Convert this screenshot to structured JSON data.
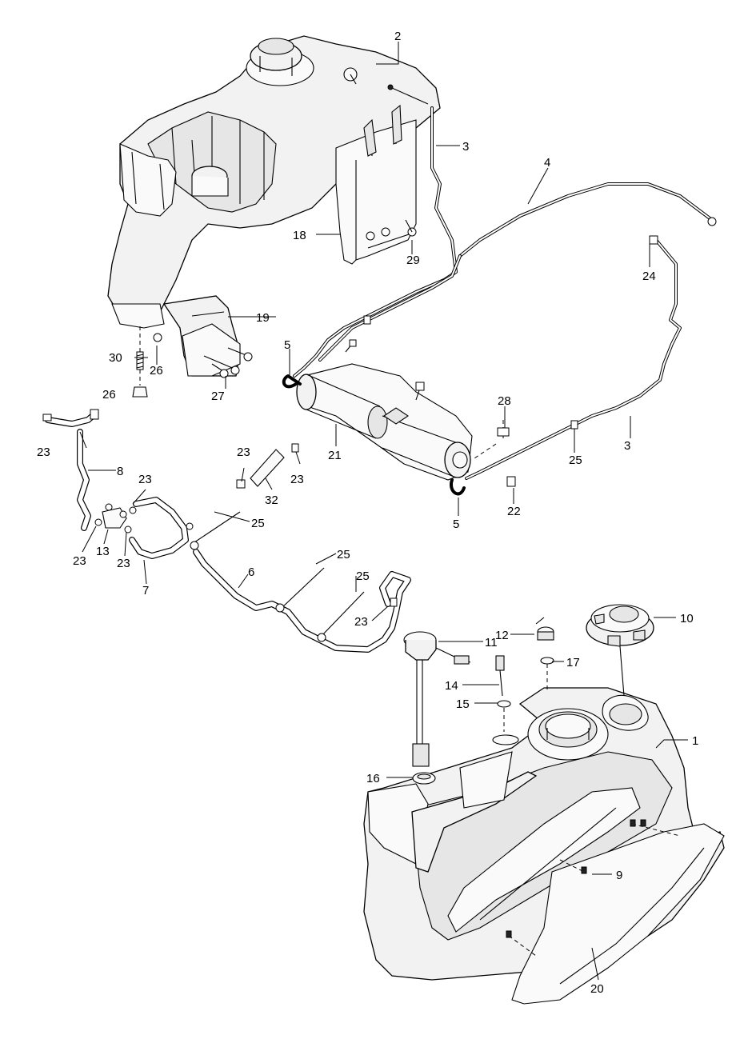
{
  "diagram": {
    "callouts": {
      "c1": "1",
      "c2": "2",
      "c3a": "3",
      "c3b": "3",
      "c4": "4",
      "c5a": "5",
      "c5b": "5",
      "c6": "6",
      "c7": "7",
      "c8": "8",
      "c9": "9",
      "c10": "10",
      "c11": "11",
      "c12": "12",
      "c13": "13",
      "c14": "14",
      "c15": "15",
      "c16": "16",
      "c17": "17",
      "c18": "18",
      "c19": "19",
      "c20": "20",
      "c21": "21",
      "c22": "22",
      "c23a": "23",
      "c23b": "23",
      "c23c": "23",
      "c23d": "23",
      "c23e": "23",
      "c23f": "23",
      "c23g": "23",
      "c24": "24",
      "c25a": "25",
      "c25b": "25",
      "c25c": "25",
      "c25d": "25",
      "c26a": "26",
      "c26b": "26",
      "c27": "27",
      "c28": "28",
      "c29": "29",
      "c30": "30",
      "c32": "32"
    }
  }
}
